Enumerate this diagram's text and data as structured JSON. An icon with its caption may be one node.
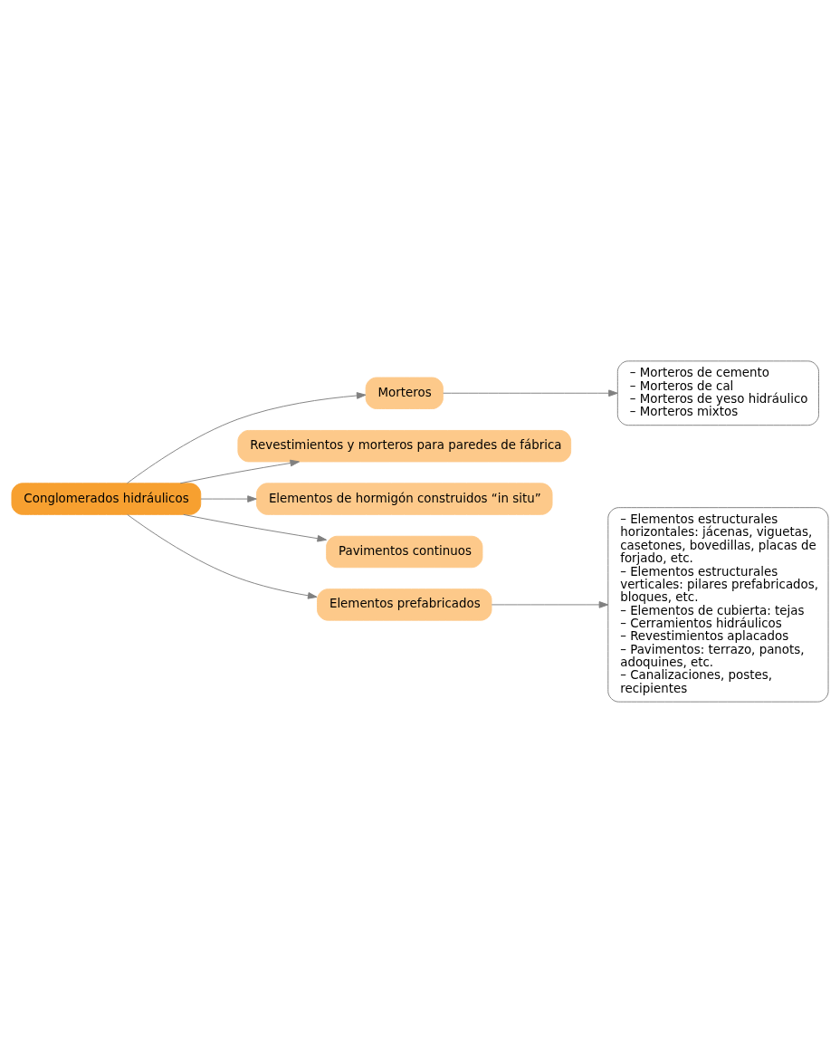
{
  "diagram": {
    "nodes": [
      {
        "text": [
          "Conglomerados hidráulicos"
        ]
      },
      {
        "text": [
          "Morteros"
        ]
      },
      {
        "text": [
          "– Morteros de cemento",
          "– Morteros de cal",
          "– Morteros de yeso hidráulico",
          "– Morteros mixtos"
        ]
      },
      {
        "text": [
          "Revestimientos y morteros para paredes de fábrica"
        ]
      },
      {
        "text": [
          "Elementos de hormigón construidos “in situ”"
        ]
      },
      {
        "text": [
          "Pavimentos continuos"
        ]
      },
      {
        "text": [
          "Elementos prefabricados"
        ]
      },
      {
        "text": [
          "– Elementos estructurales horizontales: jácenas, viguetas, casetones, bovedillas, placas de forjado, etc.",
          "– Elementos estructurales verticales: pilares prefabricados, bloques, etc.",
          "– Elementos de cubierta: tejas",
          "– Cerramientos hidráulicos",
          "– Revestimientos aplacados",
          "– Pavimentos: terrazo, panots, adoquines, etc.",
          "– Canalizaciones, postes, recipientes"
        ]
      }
    ],
    "edges": [
      {
        "from": 0,
        "to": 1,
        "arrow": "to"
      },
      {
        "from": 1,
        "to": 2,
        "arrow": "to"
      },
      {
        "from": 0,
        "to": 3,
        "arrow": "to"
      },
      {
        "from": 0,
        "to": 4,
        "arrow": "to"
      },
      {
        "from": 0,
        "to": 5,
        "arrow": "to"
      },
      {
        "from": 0,
        "to": 6,
        "arrow": "to"
      },
      {
        "from": 6,
        "to": 7,
        "arrow": "to"
      }
    ]
  }
}
